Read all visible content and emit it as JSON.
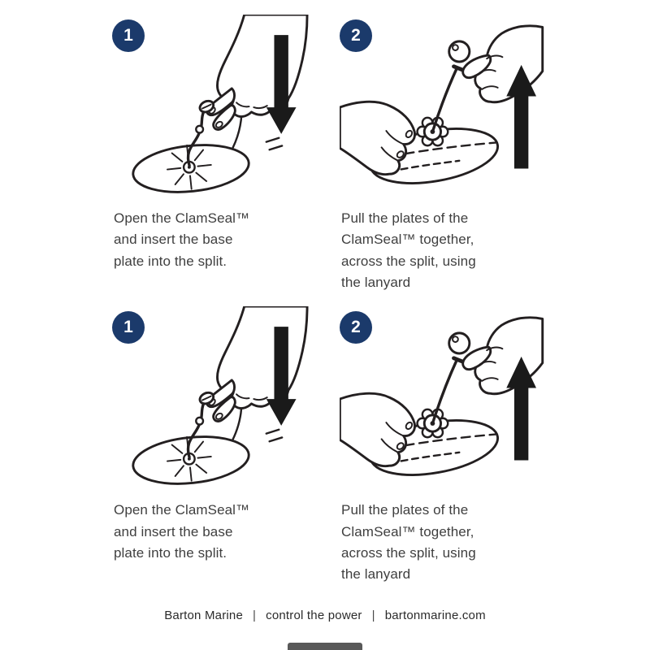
{
  "colors": {
    "badge": "#1b3a6b",
    "ink": "#231f20",
    "arrow": "#1a1a1a",
    "text": "#3f3f3f",
    "footer_text": "#2b2b2b"
  },
  "steps": [
    {
      "number": "1",
      "caption": "Open the ClamSeal™\nand insert the base\nplate into the split.",
      "arrow_direction": "down"
    },
    {
      "number": "2",
      "caption": "Pull the plates of the\nClamSeal™ together,\nacross the split, using\nthe lanyard",
      "arrow_direction": "up"
    }
  ],
  "footer": {
    "brand": "Barton Marine",
    "separator": "|",
    "tagline": "control the power",
    "url": "bartonmarine.com"
  }
}
